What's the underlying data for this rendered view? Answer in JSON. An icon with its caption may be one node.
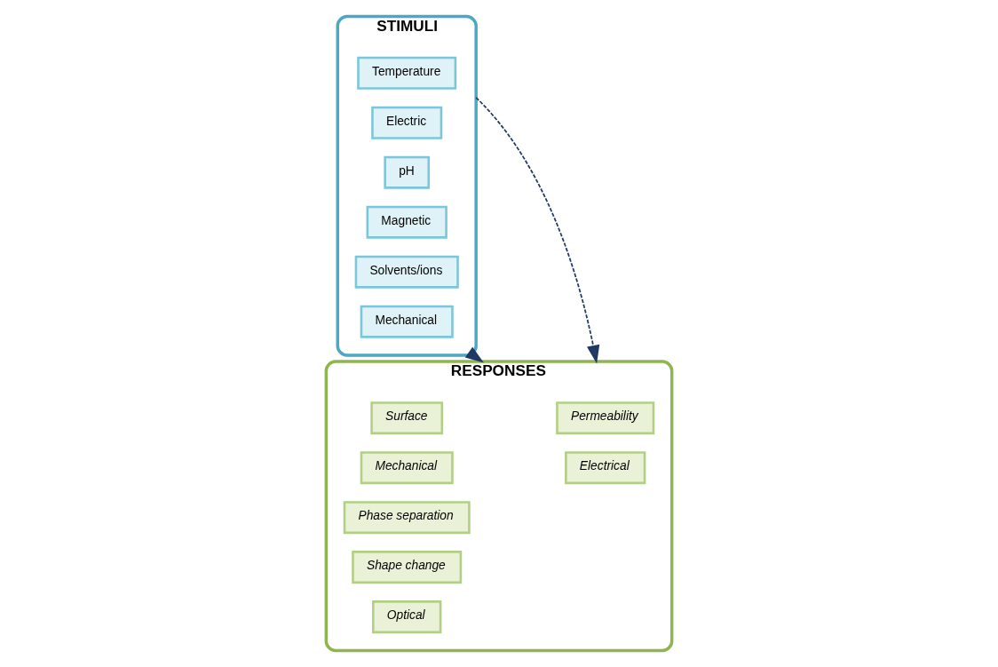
{
  "diagram": {
    "nodes": [
      {
        "text": [
          "STIMULI"
        ]
      },
      {
        "text": [
          "Temperature"
        ],
        "in": 0
      },
      {
        "text": [
          "Electric"
        ],
        "in": 0
      },
      {
        "text": [
          "pH"
        ],
        "in": 0
      },
      {
        "text": [
          "Magnetic"
        ],
        "in": 0
      },
      {
        "text": [
          "Solvents/ions"
        ],
        "in": 0
      },
      {
        "text": [
          "Mechanical"
        ],
        "in": 0
      },
      {
        "text": [
          "RESPONSES"
        ]
      },
      {
        "text": [
          "Permeability"
        ],
        "in": 7
      },
      {
        "text": [
          "Surface"
        ],
        "in": 7
      },
      {
        "text": [
          "Mechanical"
        ],
        "in": 7
      },
      {
        "text": [
          "Phase separation"
        ],
        "in": 7
      },
      {
        "text": [
          "Shape change"
        ],
        "in": 7
      },
      {
        "text": [
          "Optical"
        ],
        "in": 7
      },
      {
        "text": [
          "Electrical"
        ],
        "in": 7
      }
    ],
    "edges": [
      {
        "from": 0,
        "to": 7,
        "arrow": "to",
        "style": "dashed"
      },
      {
        "from": 0,
        "to": 7,
        "arrow": "to",
        "style": "dashed"
      }
    ]
  }
}
